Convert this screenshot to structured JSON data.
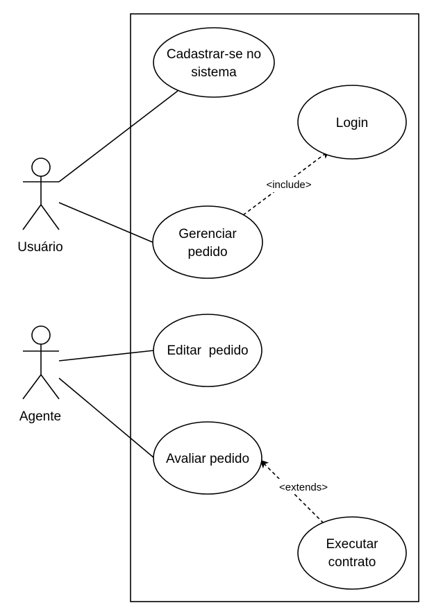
{
  "actors": {
    "usuario": "Usuário",
    "agente": "Agente"
  },
  "use_cases": {
    "cadastrar": [
      "Cadastrar-se no",
      "sistema"
    ],
    "login": "Login",
    "gerenciar": [
      "Gerenciar",
      "pedido"
    ],
    "editar": "Editar  pedido",
    "avaliar": "Avaliar pedido",
    "executar": [
      "Executar",
      "contrato"
    ]
  },
  "relations": {
    "include": "<include>",
    "extends": "<extends>"
  }
}
